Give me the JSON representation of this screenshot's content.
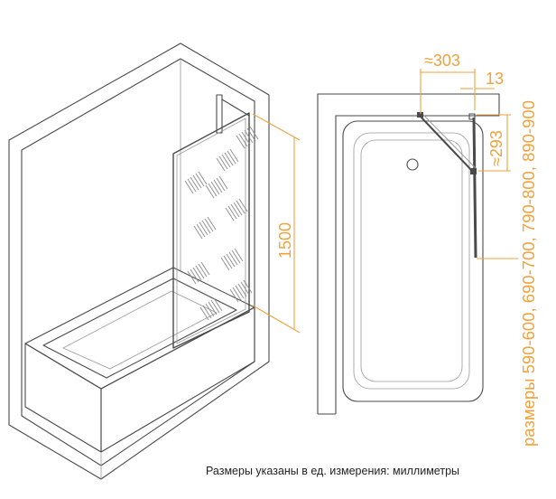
{
  "colors": {
    "accent": "#f0a23c",
    "line": "#4a4a4a",
    "light_line": "#9a9a9a",
    "background": "#ffffff"
  },
  "labels": {
    "height": "1500",
    "width_approx": "≈303",
    "gap": "13",
    "leg_approx": "≈293",
    "sizes": "размеры 590-600, 690-700, 790-800, 890-900",
    "units_note": "Размеры указаны в ед. измерения: миллиметры"
  }
}
